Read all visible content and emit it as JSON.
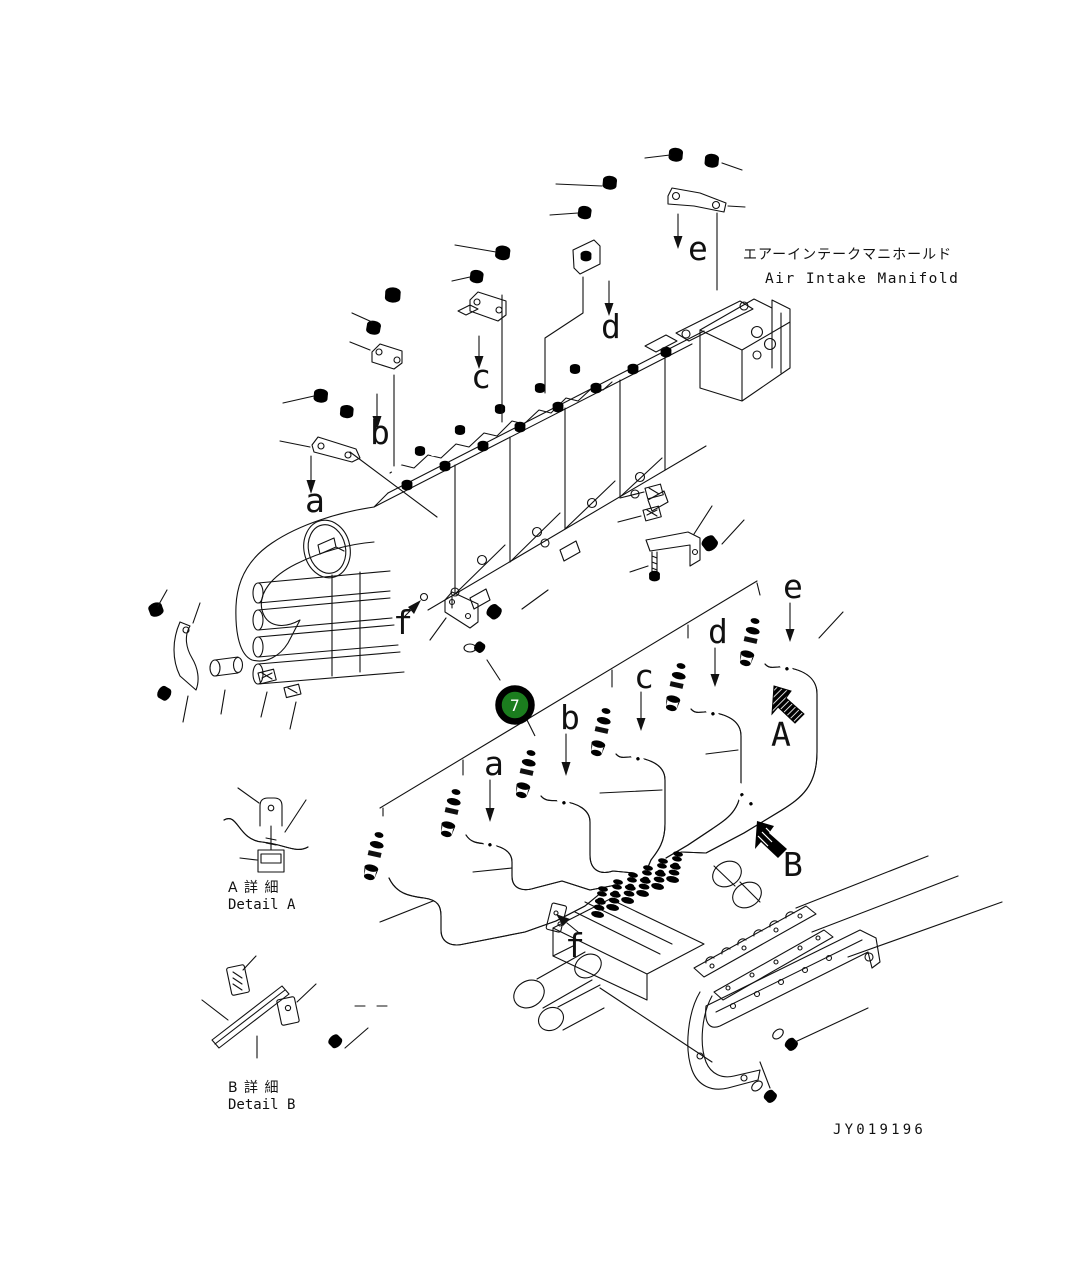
{
  "title": {
    "jp": "エアーインテークマニホールド",
    "en": "Air Intake Manifold"
  },
  "drawing_number": "JY019196",
  "callout_7": {
    "number": "7",
    "color": "#1b7d1e"
  },
  "labels": {
    "mount_a": "a",
    "mount_b": "b",
    "mount_c": "c",
    "mount_d": "d",
    "mount_e": "e",
    "mount_f": "f",
    "pipe_a": "a",
    "pipe_b": "b",
    "pipe_c": "c",
    "pipe_d": "d",
    "pipe_e": "e",
    "pipe_f": "f",
    "view_a": "A",
    "view_b": "B"
  },
  "details": {
    "a": {
      "jp": "A 詳 細",
      "en": "Detail A"
    },
    "b": {
      "jp": "B 詳 細",
      "en": "Detail B"
    }
  }
}
